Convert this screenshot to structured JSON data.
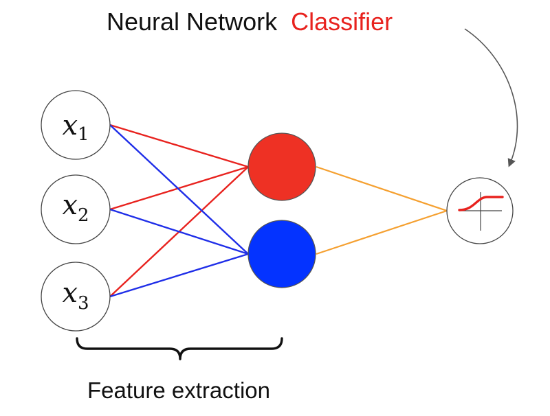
{
  "title": {
    "main": "Neural Network",
    "highlight": "Classifier"
  },
  "caption": "Feature extraction",
  "inputs": [
    {
      "symbol": "x",
      "subscript": "1"
    },
    {
      "symbol": "x",
      "subscript": "2"
    },
    {
      "symbol": "x",
      "subscript": "3"
    }
  ],
  "colors": {
    "text": "#111111",
    "highlight": "#e8221e",
    "hidden_red": "#ee3124",
    "hidden_blue": "#0433ff",
    "edge_red": "#e8221e",
    "edge_blue": "#1f2ee8",
    "edge_orange": "#f5a030",
    "arrow": "#555555",
    "sigmoid": "#e8221e",
    "node_stroke": "#444444"
  },
  "icons": {
    "output": "sigmoid-activation-icon"
  }
}
